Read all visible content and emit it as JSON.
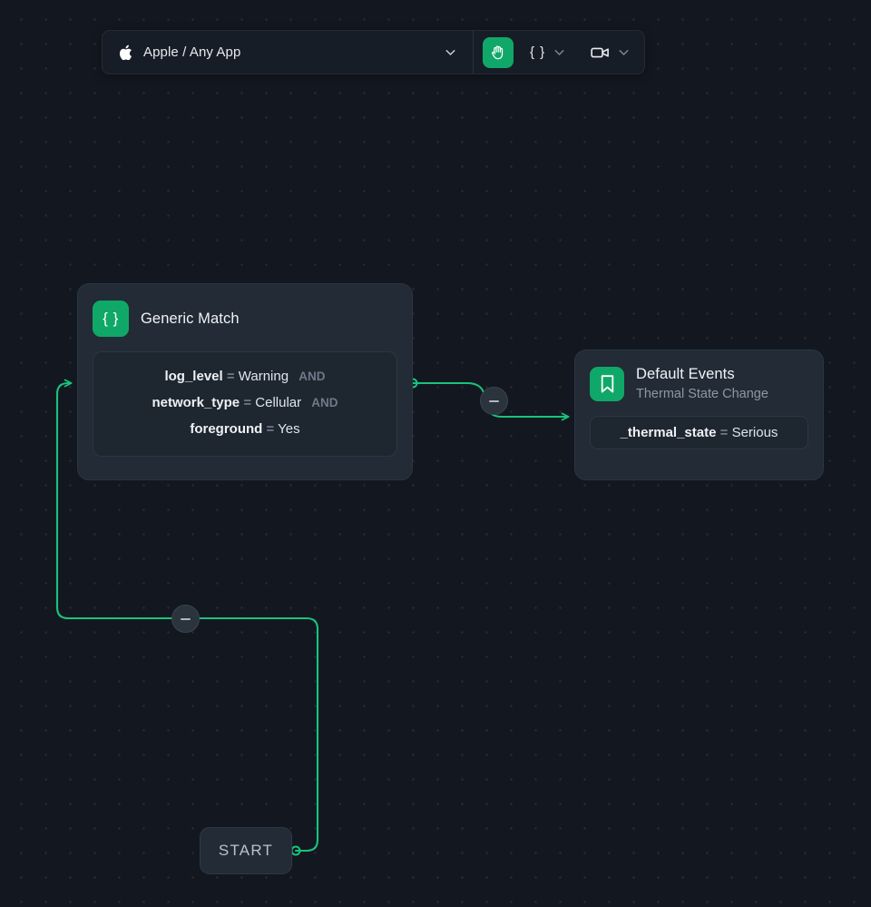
{
  "toolbar": {
    "app_icon": "apple-logo-icon",
    "app_label": "Apple / Any App",
    "app_chevron_icon": "chevron-down-icon",
    "pan_tool": {
      "icon": "hand-icon",
      "label": "Pan",
      "active": true,
      "color": "#10a868"
    },
    "code_tool": {
      "icon": "curly-braces-icon",
      "glyph": "{ }",
      "chevron_icon": "chevron-down-icon"
    },
    "record_tool": {
      "icon": "video-camera-icon",
      "chevron_icon": "chevron-down-icon"
    }
  },
  "canvas": {
    "background_color": "#131820",
    "dot_color": "#2a3038",
    "edge_color": "#19c37d"
  },
  "nodes": {
    "generic_match": {
      "icon": "curly-braces-icon",
      "icon_glyph": "{ }",
      "title": "Generic Match",
      "conditions": [
        {
          "key": "log_level",
          "op": "=",
          "value": "Warning",
          "join": "AND"
        },
        {
          "key": "network_type",
          "op": "=",
          "value": "Cellular",
          "join": "AND"
        },
        {
          "key": "foreground",
          "op": "=",
          "value": "Yes",
          "join": ""
        }
      ]
    },
    "default_events": {
      "icon": "bookmark-icon",
      "title": "Default Events",
      "subtitle": "Thermal State Change",
      "condition": {
        "key": "_thermal_state",
        "op": "=",
        "value": "Serious"
      }
    },
    "start": {
      "label": "START"
    }
  },
  "edge_handles": [
    {
      "name": "edge-handle-generic-to-default",
      "icon": "minus-icon"
    },
    {
      "name": "edge-handle-start-to-generic",
      "icon": "minus-icon"
    }
  ]
}
